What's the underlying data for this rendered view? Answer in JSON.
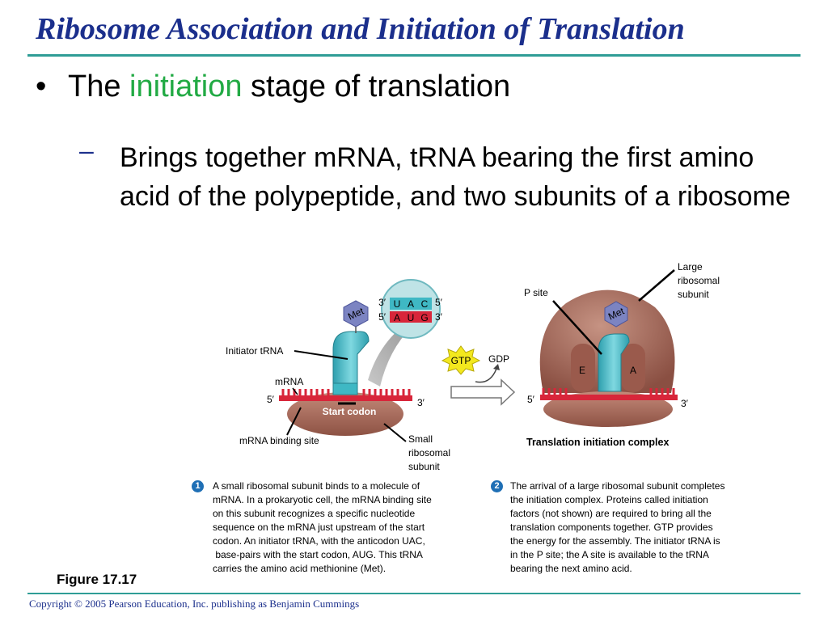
{
  "title": "Ribosome Association and Initiation of Translation",
  "bullet": {
    "symbol": "•",
    "prefix": "The ",
    "highlight": "initiation",
    "suffix": " stage of translation",
    "highlight_color": "#22aa44"
  },
  "sub_bullet": {
    "symbol": "–",
    "text": "Brings together mRNA, tRNA bearing the first amino acid of the polypeptide, and two subunits of a ribosome"
  },
  "figure": {
    "left": {
      "initiator_trna": "Initiator tRNA",
      "mrna": "mRNA",
      "five_prime": "5′",
      "three_prime": "3′",
      "start_codon": "Start codon",
      "mrna_binding_site": "mRNA binding site",
      "small_subunit": [
        "Small",
        "ribosomal",
        "subunit"
      ],
      "met": "Met",
      "inset": {
        "three_prime_top": "3′",
        "five_prime_top": "5′",
        "five_prime_bottom": "5′",
        "three_prime_bottom": "3′",
        "anticodon": [
          "U",
          "A",
          "C"
        ],
        "codon": [
          "A",
          "U",
          "G"
        ]
      }
    },
    "middle": {
      "gtp": "GTP",
      "gdp": "GDP"
    },
    "right": {
      "p_site": "P site",
      "large_subunit": [
        "Large",
        "ribosomal",
        "subunit"
      ],
      "met": "Met",
      "e_site": "E",
      "a_site": "A",
      "five_prime": "5′",
      "three_prime": "3′",
      "caption": "Translation initiation complex"
    },
    "step1": {
      "number": "1",
      "lines": [
        "A small ribosomal subunit binds to a molecule of",
        "mRNA. In a prokaryotic cell, the mRNA binding site",
        "on this subunit  recognizes a specific nucleotide",
        "sequence on the mRNA just upstream of the start",
        "codon. An initiator tRNA, with the anticodon UAC,",
        " base-pairs with the start codon, AUG. This tRNA",
        "carries the amino acid methionine (Met)."
      ]
    },
    "step2": {
      "number": "2",
      "lines": [
        "The arrival of a large ribosomal subunit completes",
        "the initiation complex. Proteins called initiation",
        "factors (not shown) are required to bring all the",
        "translation components together. GTP provides",
        "the energy for the assembly. The initiator tRNA is",
        "in the P site; the A site is available to the tRNA",
        "bearing the next amino acid."
      ]
    },
    "label": "Figure 17.17"
  },
  "footer": {
    "copyright": "Copyright © 2005 Pearson Education, Inc. publishing as Benjamin Cummings"
  },
  "colors": {
    "title": "#1b2f8c",
    "rule": "#2f9d96",
    "trna": "#3fb8c4",
    "ribosome": "#a5695a",
    "mrna": "#d8263a",
    "met": "#7c84c2",
    "gtp": "#f3e81e"
  }
}
